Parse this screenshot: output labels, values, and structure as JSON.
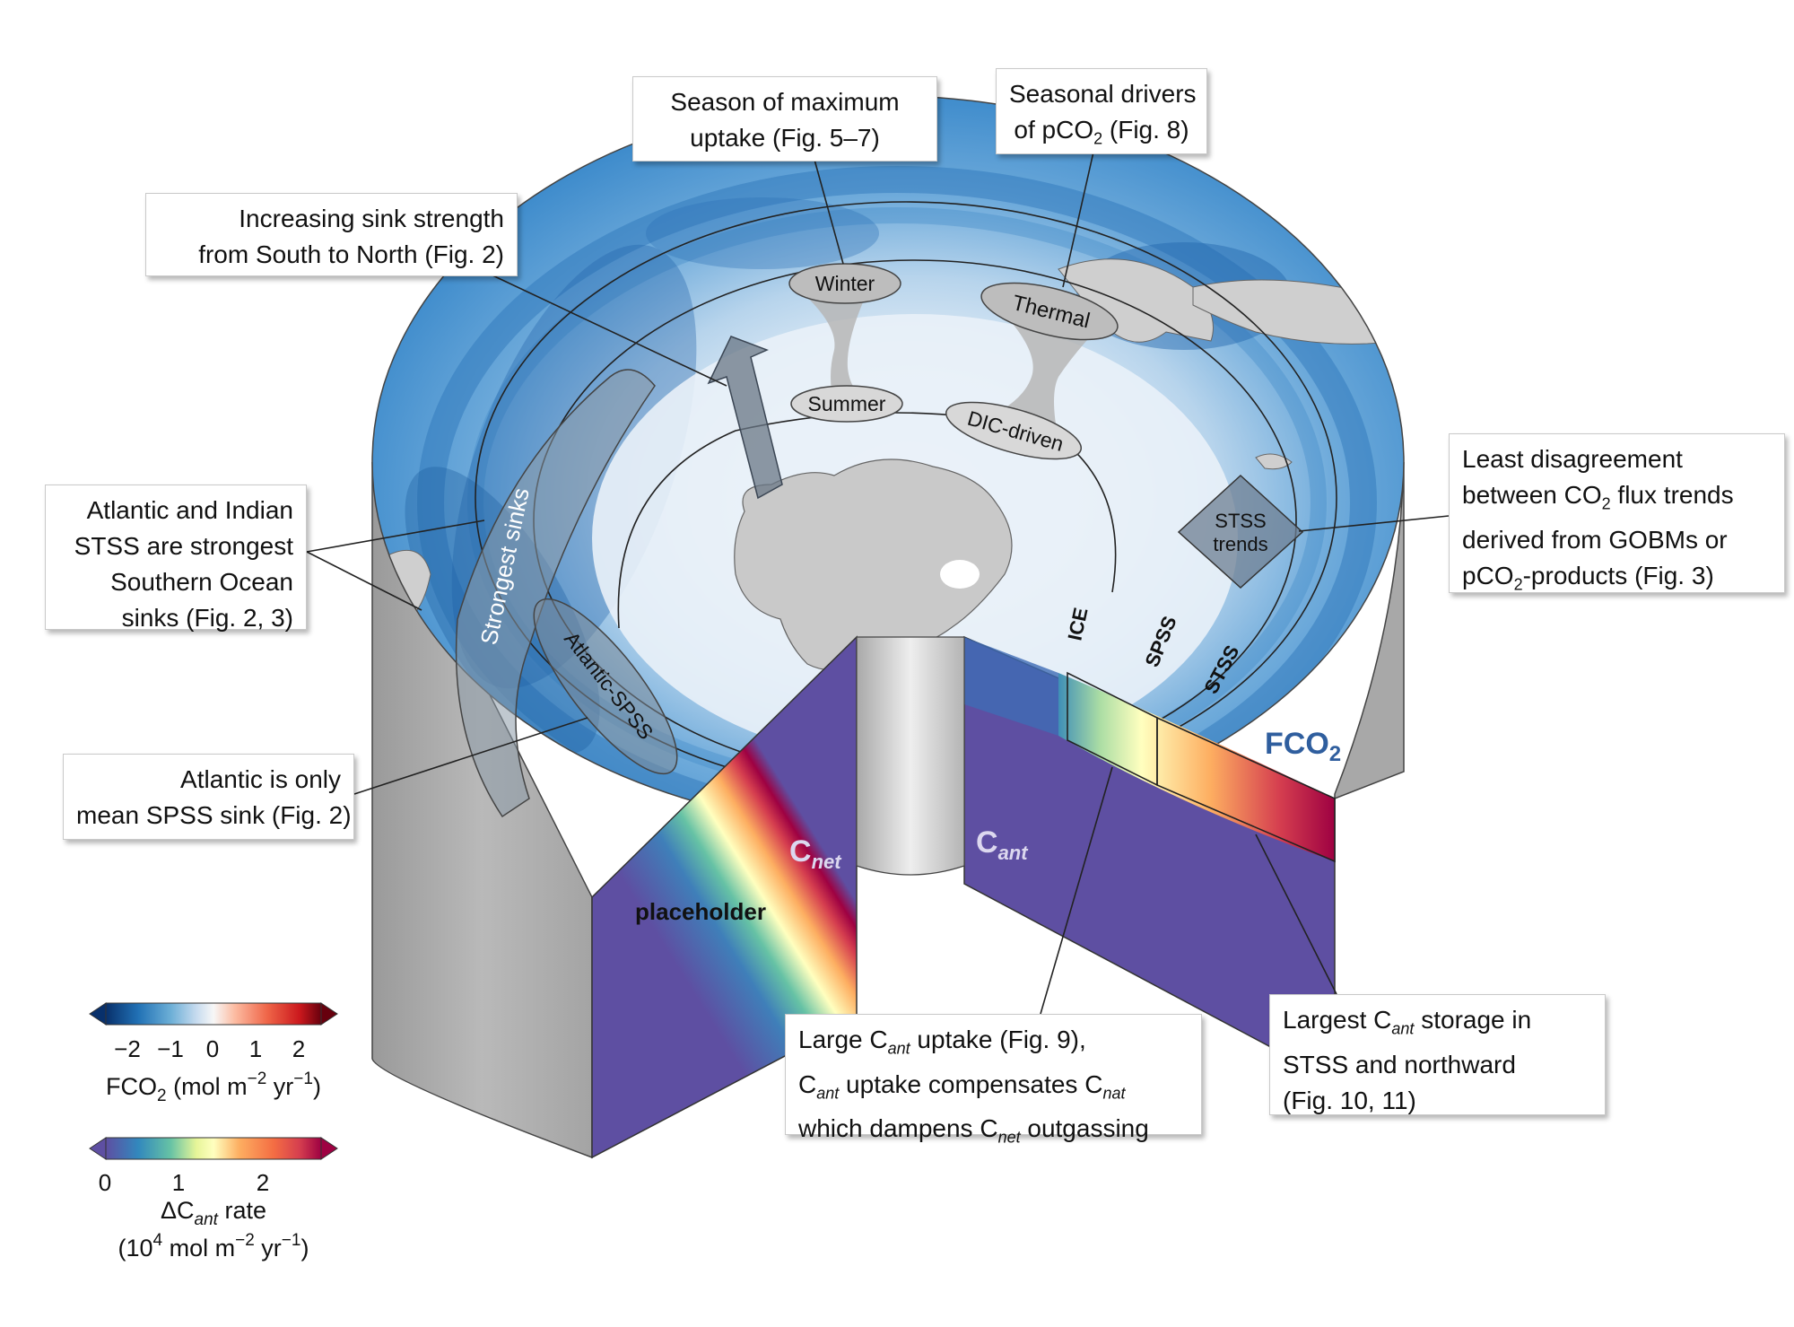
{
  "callouts": {
    "season": {
      "l1": "Season of maximum",
      "l2": "uptake (Fig. 5–7)"
    },
    "drivers": {
      "l1": "Seasonal drivers",
      "l2a": "of pCO",
      "l2sub": "2",
      "l2b": " (Fig. 8)"
    },
    "increasing": {
      "l1": "Increasing sink strength",
      "l2": "from South to North (Fig. 2)"
    },
    "atl_indian": {
      "l1": "Atlantic and Indian",
      "l2": "STSS are strongest",
      "l3": "Southern Ocean",
      "l4": "sinks (Fig. 2, 3)"
    },
    "atl_spss": {
      "l1": "Atlantic is only",
      "l2": "mean SPSS sink (Fig. 2)"
    },
    "least": {
      "l1": "Least disagreement",
      "l2a": "between CO",
      "l2sub": "2",
      "l2b": " flux trends",
      "l3": "derived from GOBMs or",
      "l4a": "pCO",
      "l4sub": "2",
      "l4b": "-products (Fig. 3)"
    },
    "large": {
      "l1a": "Large C",
      "l1sub": "ant",
      "l1b": " uptake (Fig. 9),",
      "l2a": "C",
      "l2sub": "ant",
      "l2b": " uptake compensates C",
      "l2sub2": "nat",
      "l3a": "which dampens C",
      "l3sub": "net",
      "l3b": " outgassing"
    },
    "largest": {
      "l1a": "Largest C",
      "l1sub": "ant",
      "l1b": " storage in",
      "l2": "STSS and northward",
      "l3": "(Fig. 10, 11)"
    }
  },
  "diagram": {
    "winter": "Winter",
    "summer": "Summer",
    "thermal": "Thermal",
    "dic": "DIC-driven",
    "strongest_sinks": "Strongest sinks",
    "atlantic_spss": "Atlantic-SPSS",
    "stss_trends_l1": "STSS",
    "stss_trends_l2": "trends",
    "ice": "ICE",
    "spss": "SPSS",
    "stss": "STSS",
    "fco2_a": "FCO",
    "fco2_sub": "2",
    "cnet_a": "C",
    "cnet_sub": "net",
    "cant_a": "C",
    "cant_sub": "ant",
    "placeholder": "placeholder"
  },
  "colorbar_fco2": {
    "ticks": [
      "−2",
      "−1",
      "0",
      "1",
      "2"
    ],
    "label_a": "FCO",
    "label_sub": "2",
    "label_b": " (mol m",
    "label_sup": "−2",
    "label_c": " yr",
    "label_sup2": "−1",
    "label_d": ")",
    "colors": [
      "#08306b",
      "#14508f",
      "#2171b5",
      "#4292c6",
      "#6baed6",
      "#9ecae1",
      "#c6dbef",
      "#e8f0f7",
      "#fbe9e1",
      "#fcbba1",
      "#fc9272",
      "#ef6548",
      "#cb181d",
      "#8b0d19"
    ]
  },
  "colorbar_cant": {
    "ticks": [
      "0",
      "1",
      "2"
    ],
    "label1a": "ΔC",
    "label1sub": "ant",
    "label1b": " rate",
    "label2a": "(10",
    "label2sup": "4",
    "label2b": " mol m",
    "label2sup2": "−2",
    "label2c": " yr",
    "label2sup3": "−1",
    "label2d": ")",
    "colors": [
      "#5e4fa2",
      "#3f6cb5",
      "#3288bd",
      "#4ba9b0",
      "#66c2a5",
      "#abdda4",
      "#e6f598",
      "#ffffbf",
      "#fee08b",
      "#fdae61",
      "#f46d43",
      "#d53e4f",
      "#9e0142"
    ]
  }
}
